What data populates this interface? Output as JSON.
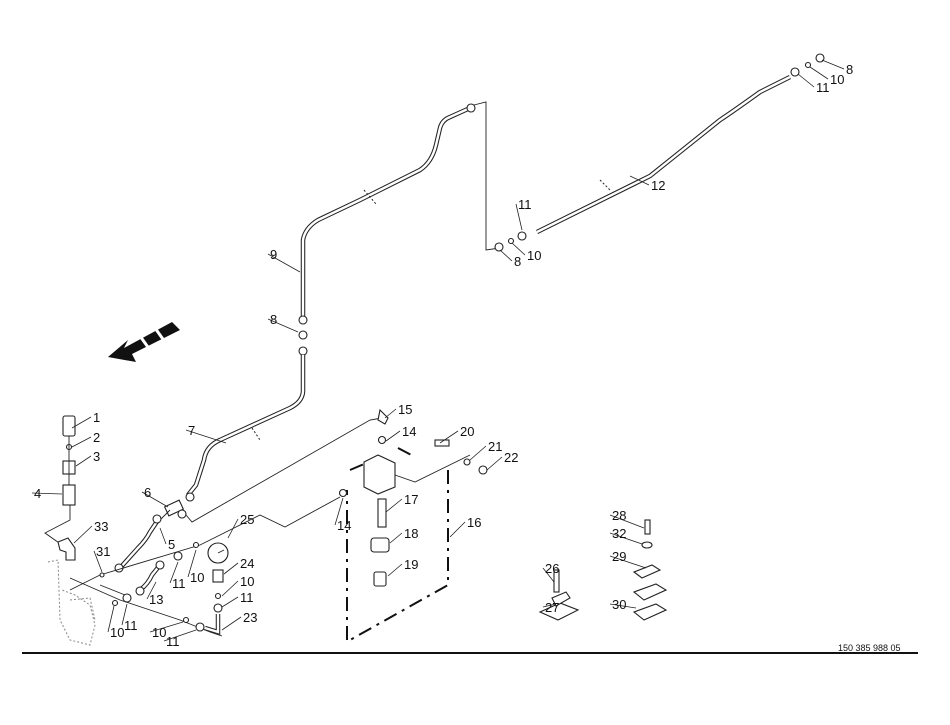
{
  "drawing_number": "150 385 988 05",
  "callouts": [
    "1",
    "2",
    "3",
    "4",
    "33",
    "31",
    "5",
    "6",
    "7",
    "9",
    "8",
    "13",
    "11",
    "10",
    "11",
    "10",
    "10",
    "11",
    "25",
    "24",
    "10",
    "11",
    "23",
    "15",
    "14",
    "14",
    "20",
    "21",
    "22",
    "17",
    "18",
    "16",
    "19",
    "26",
    "27",
    "28",
    "32",
    "29",
    "30",
    "12",
    "11",
    "10",
    "8",
    "11",
    "10",
    "8"
  ],
  "colors": {
    "line": "#222222",
    "background": "#ffffff"
  }
}
